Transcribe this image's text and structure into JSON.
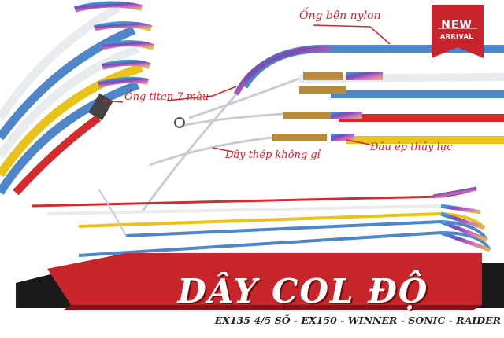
{
  "labels": {
    "nylon": "Ống bện nylon",
    "titan": "Ống titan 7 màu",
    "steel": "Dây thép không gỉ",
    "hydraulic": "Đầu ép thủy lực"
  },
  "badge": {
    "line1": "NEW",
    "line2": "ARRIVAL"
  },
  "banner": {
    "title": "DÂY COL ĐỘ",
    "models": "EX135 4/5 SỐ  - EX150 - WINNER - SONIC - RAIDER"
  },
  "colors": {
    "accent_red": "#d7232a",
    "cable_blue": "#4f86c9",
    "cable_yellow": "#e9c21a",
    "cable_red": "#d52a2e",
    "cable_white": "#e8ecef",
    "titanium_purple": "#7a4bb0"
  }
}
